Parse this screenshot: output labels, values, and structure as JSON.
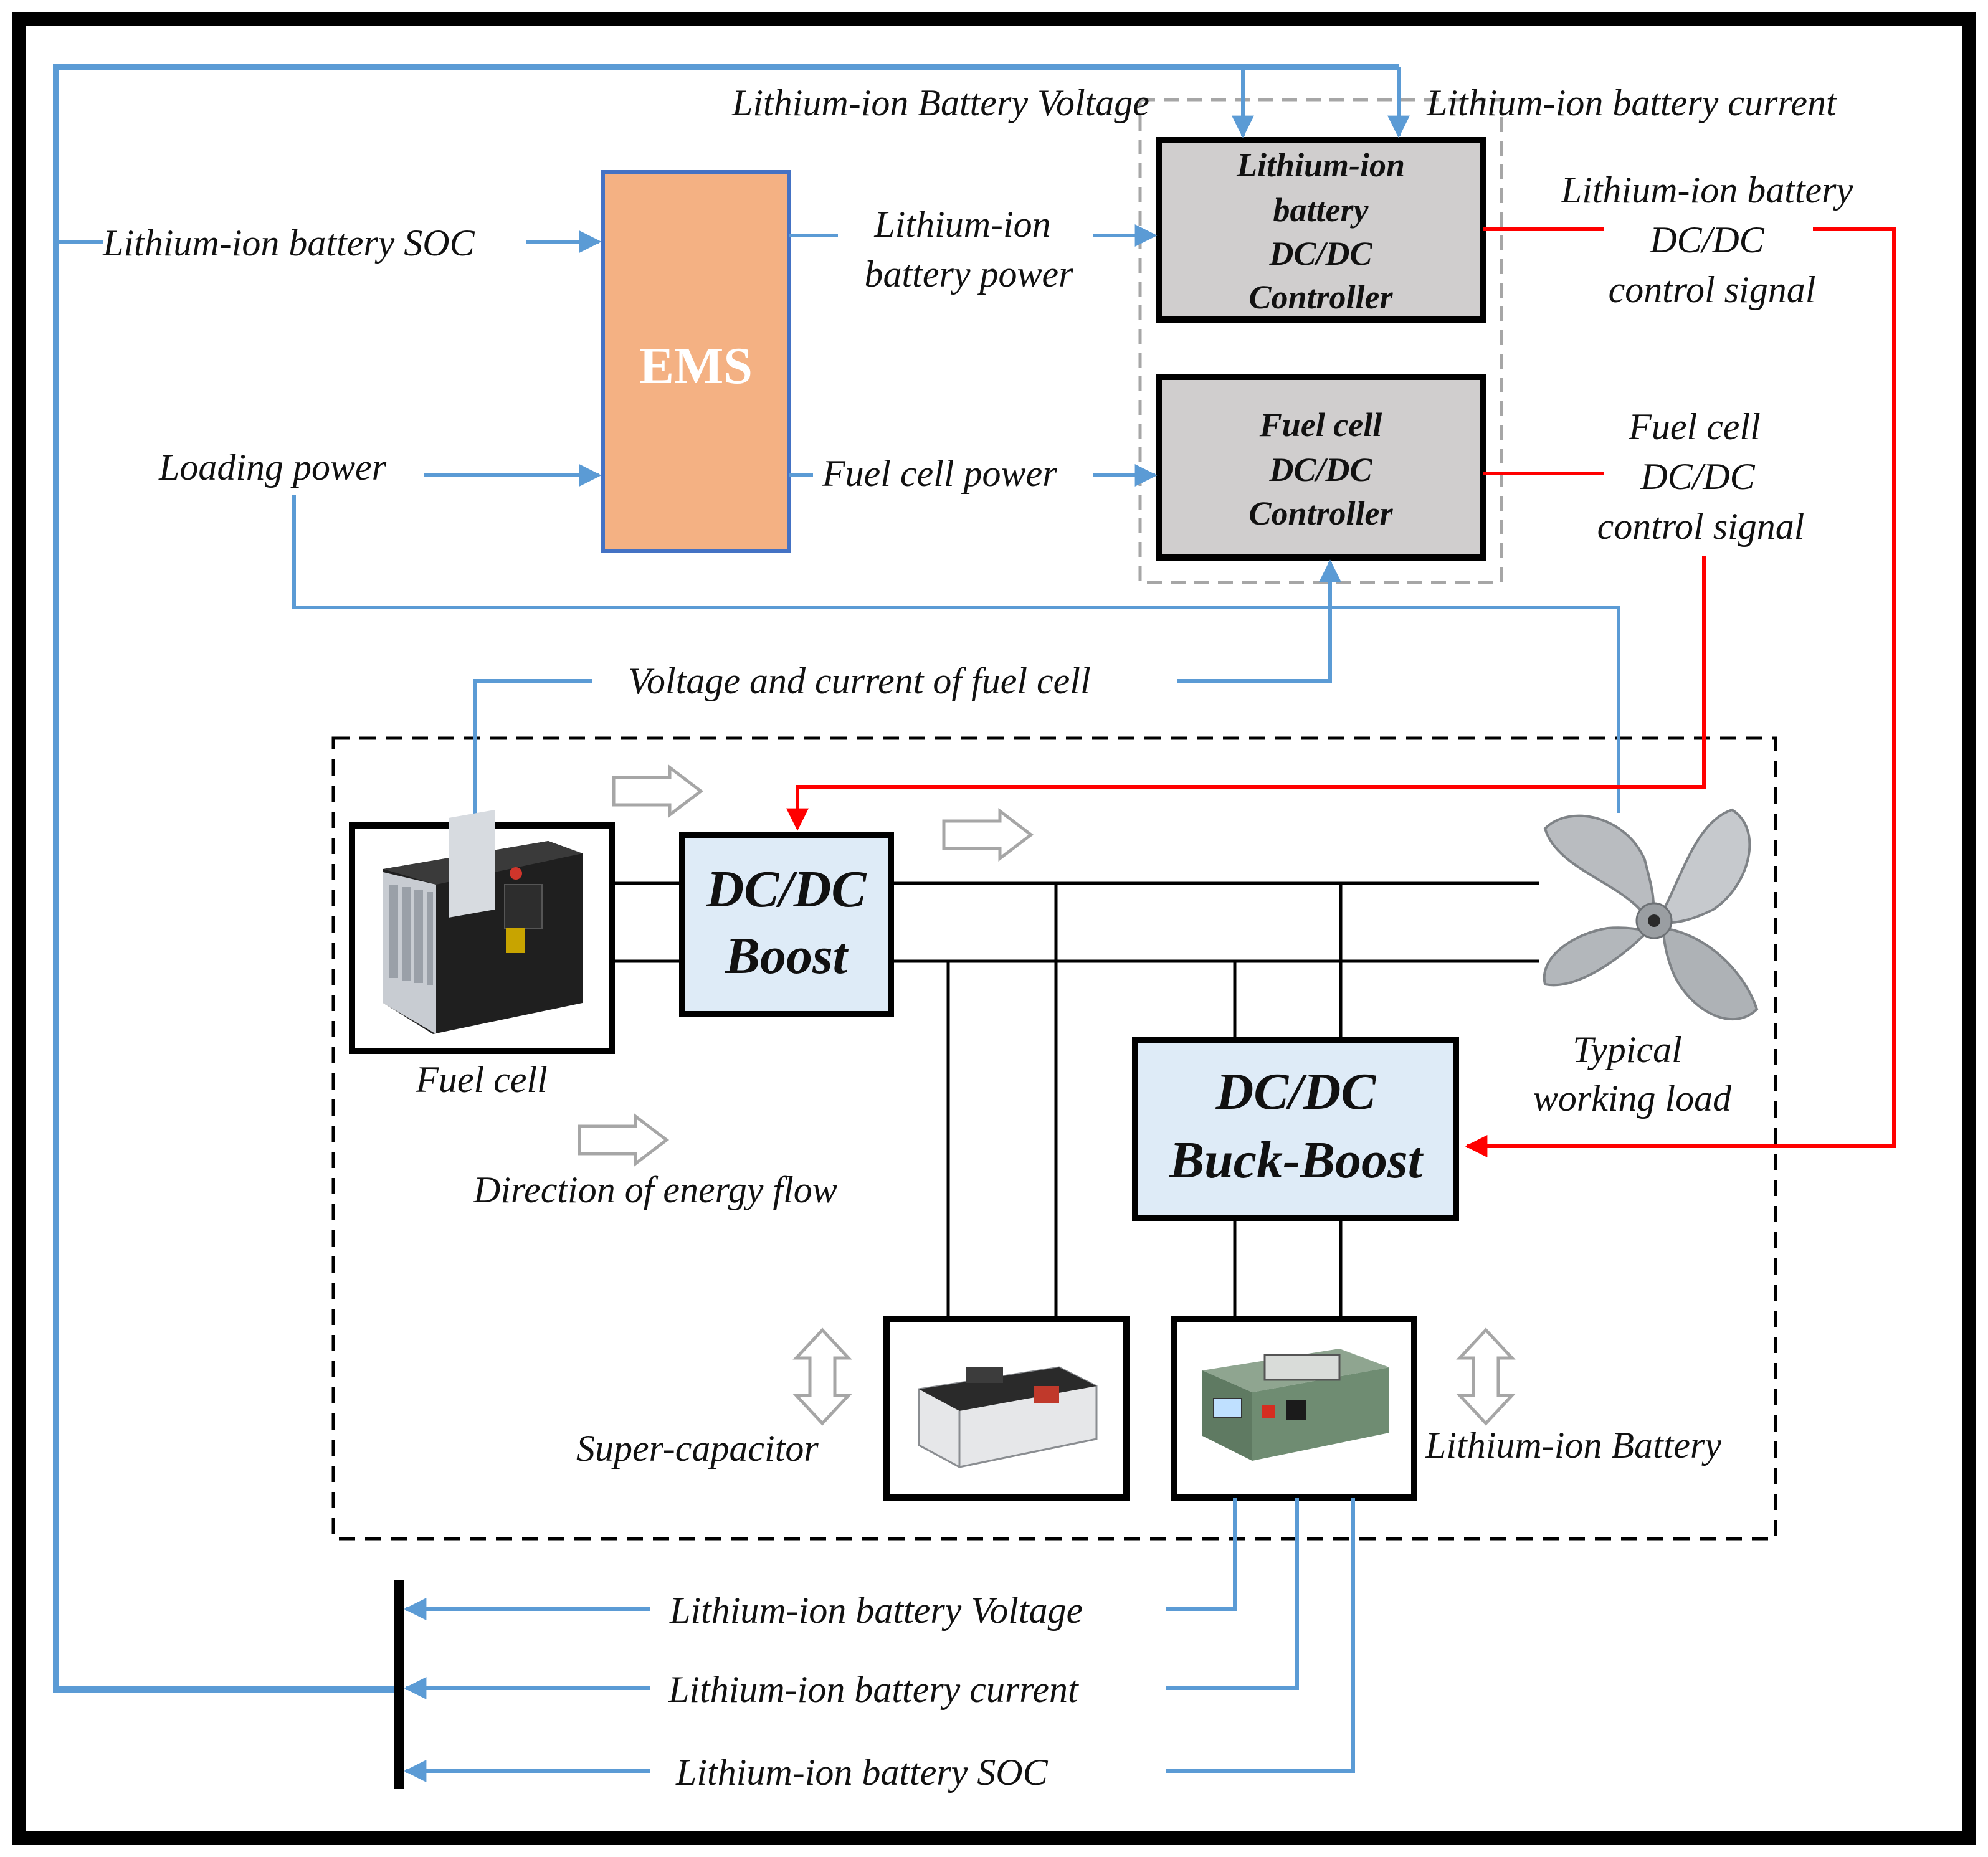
{
  "ems_label": "EMS",
  "controllers": {
    "battery": [
      "Lithium-ion",
      "battery",
      "DC/DC",
      "Controller"
    ],
    "fuel_cell": [
      "Fuel cell",
      "DC/DC",
      "Controller"
    ]
  },
  "converters": {
    "boost": [
      "DC/DC",
      "Boost"
    ],
    "buck_boost": [
      "DC/DC",
      "Buck-Boost"
    ]
  },
  "labels": {
    "battery_voltage_top": "Lithium-ion Battery Voltage",
    "battery_current_top": "Lithium-ion battery current",
    "battery_soc_left": "Lithium-ion battery SOC",
    "battery_power": [
      "Lithium-ion",
      "battery power"
    ],
    "battery_control_signal": [
      "Lithium-ion battery",
      "DC/DC",
      "control signal"
    ],
    "loading_power": "Loading power",
    "fuel_cell_power": "Fuel cell power",
    "fuel_cell_control_signal": [
      "Fuel cell",
      "DC/DC",
      "control signal"
    ],
    "fuel_cell_vi": "Voltage and current of fuel cell",
    "fuel_cell": "Fuel cell",
    "typical_load": [
      "Typical",
      "working load"
    ],
    "energy_flow": "Direction of energy flow",
    "super_capacitor": "Super-capacitor",
    "lithium_battery": "Lithium-ion Battery",
    "feedback_voltage": "Lithium-ion battery Voltage",
    "feedback_current": "Lithium-ion battery current",
    "feedback_soc": "Lithium-ion battery SOC"
  },
  "colors": {
    "signal_line": "#5b9bd5",
    "control_line": "#ff0000",
    "ems_fill": "#f4b183",
    "controller_fill": "#d0cece",
    "converter_fill": "#deebf7"
  }
}
